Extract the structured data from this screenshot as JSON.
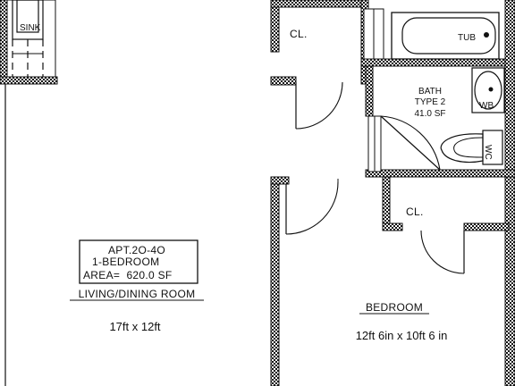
{
  "rooms": {
    "living": {
      "name": "LIVING/DINING ROOM",
      "dimensions": "17ft x 12ft"
    },
    "bedroom": {
      "name": "BEDROOM",
      "dimensions": "12ft 6in x 10ft 6 in"
    },
    "bath": {
      "name": "BATH",
      "type": "TYPE 2",
      "area": "41.0 SF"
    },
    "closet_top": {
      "name": "CL."
    },
    "closet_bedroom": {
      "name": "CL."
    }
  },
  "fixtures": {
    "sink": "SINK",
    "tub": "TUB",
    "washbasin": "WB",
    "toilet": "WC"
  },
  "apartment_box": {
    "unit": "APT.2O-4O",
    "type": "1-BEDROOM",
    "area": "AREA=  620.0 SF"
  }
}
